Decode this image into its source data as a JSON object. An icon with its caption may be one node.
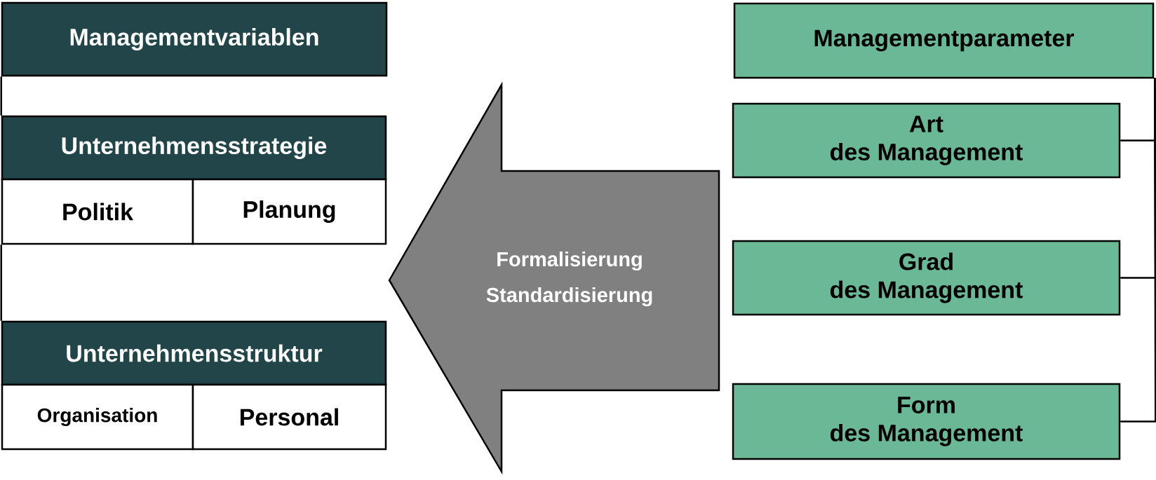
{
  "diagram": {
    "nodes": [
      {
        "text": [
          "Managementvariablen"
        ]
      },
      {
        "text": [
          "Unternehmensstrategie"
        ]
      },
      {
        "text": [
          "Politik"
        ]
      },
      {
        "text": [
          "Planung"
        ]
      },
      {
        "text": [
          "Unternehmensstruktur"
        ]
      },
      {
        "text": [
          "Organisation"
        ]
      },
      {
        "text": [
          "Personal"
        ]
      },
      {
        "text": [
          "Formalisierung",
          "Standardisierung"
        ]
      },
      {
        "text": [
          "Managementparameter"
        ]
      },
      {
        "text": [
          "Art",
          "des Management"
        ]
      },
      {
        "text": [
          "Grad",
          "des Management"
        ]
      },
      {
        "text": [
          "Form",
          "des Management"
        ]
      }
    ],
    "edges": [
      {
        "from": 0,
        "to": 1,
        "arrow": "none"
      },
      {
        "from": 2,
        "to": 4,
        "arrow": "none"
      },
      {
        "from": 8,
        "to": 9,
        "arrow": "none"
      },
      {
        "from": 8,
        "to": 10,
        "arrow": "none"
      },
      {
        "from": 8,
        "to": 11,
        "arrow": "none"
      }
    ]
  }
}
